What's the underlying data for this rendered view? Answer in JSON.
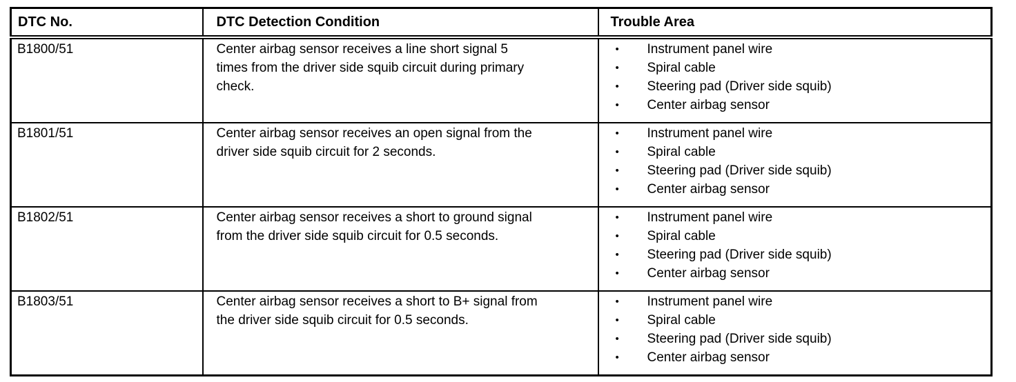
{
  "page": {
    "background": "#ffffff",
    "text_color": "#000000",
    "border_color": "#000000"
  },
  "icons": {
    "bullet": "•"
  },
  "table": {
    "header": {
      "dtc_no": "DTC No.",
      "condition": "DTC Detection Condition",
      "trouble_area": "Trouble Area"
    },
    "rows": [
      {
        "dtc_no": "B1800/51",
        "condition": "Center airbag sensor receives a line short signal 5\ntimes from the driver side squib circuit during primary\ncheck.",
        "trouble_area": [
          "Instrument panel wire",
          "Spiral cable",
          "Steering pad (Driver side squib)",
          "Center airbag sensor"
        ]
      },
      {
        "dtc_no": "B1801/51",
        "condition": "Center airbag sensor receives an open signal from the\ndriver side squib circuit for 2 seconds.",
        "trouble_area": [
          "Instrument panel wire",
          "Spiral cable",
          "Steering pad (Driver side squib)",
          "Center airbag sensor"
        ]
      },
      {
        "dtc_no": "B1802/51",
        "condition": "Center airbag sensor receives a short to ground signal\nfrom the driver side squib circuit for 0.5 seconds.",
        "trouble_area": [
          "Instrument panel wire",
          "Spiral cable",
          "Steering pad (Driver side squib)",
          "Center airbag sensor"
        ]
      },
      {
        "dtc_no": "B1803/51",
        "condition": "Center airbag sensor receives a short to B+ signal from\nthe driver side squib circuit for 0.5 seconds.",
        "trouble_area": [
          "Instrument panel wire",
          "Spiral cable",
          "Steering pad (Driver side squib)",
          "Center airbag sensor"
        ]
      }
    ]
  }
}
